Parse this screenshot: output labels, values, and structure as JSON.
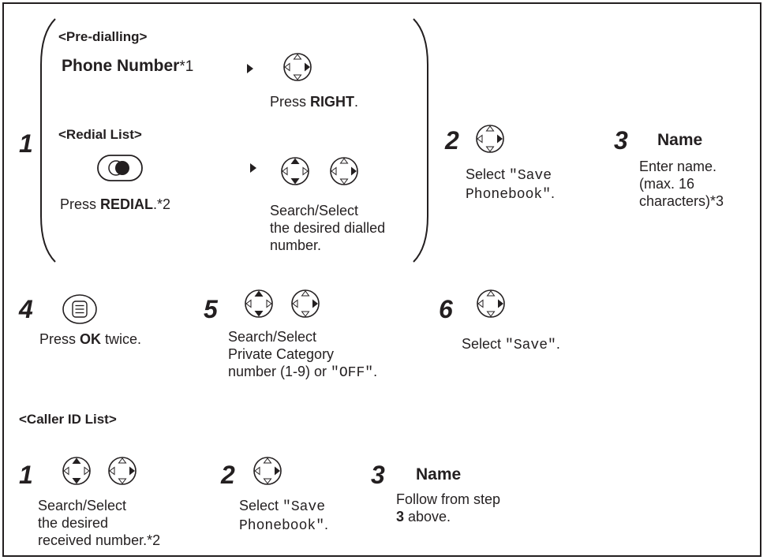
{
  "colors": {
    "ink": "#231f20",
    "paper": "#ffffff"
  },
  "pre_dialling": {
    "header": "<Pre-dialling>",
    "phone_number_bold": "Phone Number",
    "phone_number_note": "*1",
    "press_prefix": "Press ",
    "press_key": "RIGHT",
    "press_suffix": "."
  },
  "redial_list": {
    "header": "<Redial List>",
    "press_prefix": "Press ",
    "press_key": "REDIAL",
    "press_suffix": ".*2",
    "search_line1": "Search/Select",
    "search_line2": "the desired dialled",
    "search_line3": "number."
  },
  "steps": {
    "s1": "1",
    "s2": {
      "num": "2",
      "line1": "Select ",
      "q1": "\"Save",
      "line2": "Phonebook\"",
      "tail": "."
    },
    "s3": {
      "num": "3",
      "title": "Name",
      "line1": "Enter name.",
      "line2": "(max. 16",
      "line3": "characters)*3"
    },
    "s4": {
      "num": "4",
      "prefix": "Press ",
      "key": "OK",
      "suffix": " twice."
    },
    "s5": {
      "num": "5",
      "line1": "Search/Select",
      "line2": "Private Category",
      "line3_prefix": "number (1-9) or ",
      "line3_mono": "\"OFF\"",
      "line3_tail": "."
    },
    "s6": {
      "num": "6",
      "prefix": "Select ",
      "mono": "\"Save\"",
      "tail": "."
    }
  },
  "caller_id": {
    "header": "<Caller ID List>",
    "s1": {
      "num": "1",
      "line1": "Search/Select",
      "line2": "the desired",
      "line3": "received number.*2"
    },
    "s2": {
      "num": "2",
      "line1": "Select ",
      "q1": "\"Save",
      "line2": "Phonebook\"",
      "tail": "."
    },
    "s3": {
      "num": "3",
      "title": "Name",
      "line1": "Follow from step",
      "line2_bold": "3",
      "line2_tail": " above."
    }
  },
  "icons": [
    "navigator-right-icon",
    "navigator-updown-icon",
    "redial-button-icon",
    "ok-menu-button-icon",
    "arrow-right-icon",
    "bracket-left-icon",
    "bracket-right-icon"
  ]
}
